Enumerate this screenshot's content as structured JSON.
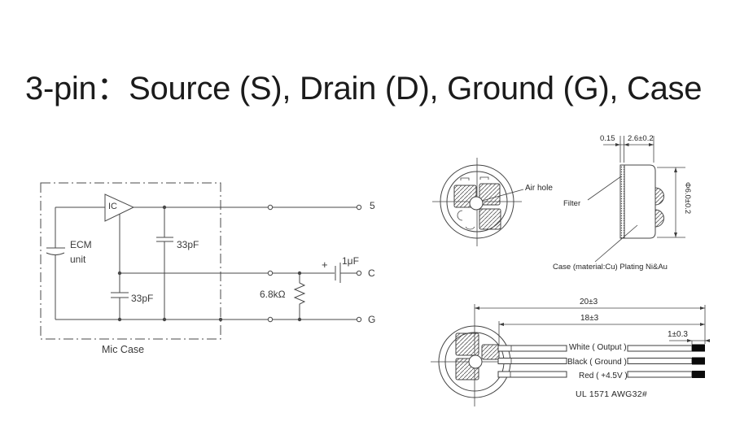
{
  "title": "3-pin：Source (S), Drain (D), Ground (G), Case",
  "schematic": {
    "ic_label": "IC",
    "ecm_line1": "ECM",
    "ecm_line2": "unit",
    "cap_top_label": "33pF",
    "cap_bottom_label": "33pF",
    "resistor_label": "6.8kΩ",
    "output_cap_plus": "+",
    "output_cap_label": "1μF",
    "pin_top": "5",
    "pin_middle": "C",
    "pin_bottom": "G",
    "case_label": "Mic Case"
  },
  "front_side_view": {
    "air_hole_label": "Air hole",
    "filter_label": "Filter",
    "case_note": "Case (material:Cu) Plating Ni&Au",
    "dim_filter_thickness": "0.15",
    "dim_body_length": "2.6±0.2",
    "dim_diameter": "Φ6.0±0.2"
  },
  "lead_view": {
    "dim_total_length": "20±3",
    "dim_lead_length": "18±3",
    "dim_tip_length": "1±0.3",
    "wires": [
      {
        "label": "White ( Output )"
      },
      {
        "label": "Black ( Ground )"
      },
      {
        "label": "Red ( +4.5V )"
      }
    ],
    "cable_spec": "UL 1571 AWG32#"
  },
  "colors": {
    "line": "#484848",
    "text": "#2e2e2e",
    "background": "#ffffff"
  }
}
